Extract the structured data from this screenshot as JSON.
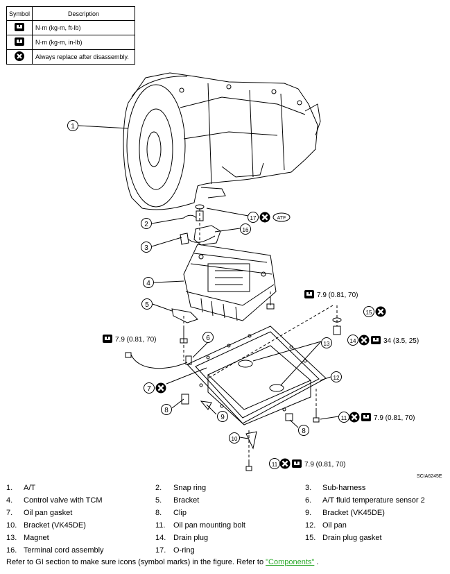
{
  "symbol_table": {
    "header_symbol": "Symbol",
    "header_description": "Description",
    "rows": [
      {
        "icon": "torque-wrench-icon",
        "description": "N·m (kg-m, ft-lb)"
      },
      {
        "icon": "torque-wrench-small-icon",
        "description": "N·m (kg-m, in-lb)"
      },
      {
        "icon": "always-replace-icon",
        "description": "Always replace after disassembly."
      }
    ]
  },
  "callouts": {
    "c17": "17",
    "c16": "16",
    "c15": "15",
    "c14": "14",
    "c13": "13",
    "c12": "12",
    "c11a": "11",
    "c11b": "11",
    "c10": "10",
    "c9": "9",
    "c8a": "8",
    "c8b": "8",
    "c7": "7",
    "c6": "6",
    "c5": "5",
    "c4": "4",
    "c3": "3",
    "c2": "2",
    "c1": "1"
  },
  "atf_label": "ATF",
  "torques": {
    "t_right_bolt": "7.9 (0.81, 70)",
    "t_left_bolt": "7.9 (0.81, 70)",
    "t_drain_plug": "34 (3.5, 25)",
    "t_pan_bolt_right": "7.9 (0.81, 70)",
    "t_pan_bolt_bottom": "7.9 (0.81, 70)"
  },
  "figure_id": "SCIA6245E",
  "parts_list": [
    {
      "num": "1.",
      "name": "A/T"
    },
    {
      "num": "2.",
      "name": "Snap ring"
    },
    {
      "num": "3.",
      "name": "Sub-harness"
    },
    {
      "num": "4.",
      "name": "Control valve with TCM"
    },
    {
      "num": "5.",
      "name": "Bracket"
    },
    {
      "num": "6.",
      "name": "A/T fluid temperature sensor 2"
    },
    {
      "num": "7.",
      "name": "Oil pan gasket"
    },
    {
      "num": "8.",
      "name": "Clip"
    },
    {
      "num": "9.",
      "name": "Bracket (VK45DE)"
    },
    {
      "num": "10.",
      "name": "Bracket (VK45DE)"
    },
    {
      "num": "11.",
      "name": "Oil pan mounting bolt"
    },
    {
      "num": "12.",
      "name": "Oil pan"
    },
    {
      "num": "13.",
      "name": "Magnet"
    },
    {
      "num": "14.",
      "name": "Drain plug"
    },
    {
      "num": "15.",
      "name": "Drain plug gasket"
    },
    {
      "num": "16.",
      "name": "Terminal cord assembly"
    },
    {
      "num": "17.",
      "name": "O-ring"
    }
  ],
  "footer": {
    "text": "Refer to GI section to make sure icons (symbol marks) in the figure. Refer to ",
    "link": "\"Components\"",
    "tail": " ."
  }
}
